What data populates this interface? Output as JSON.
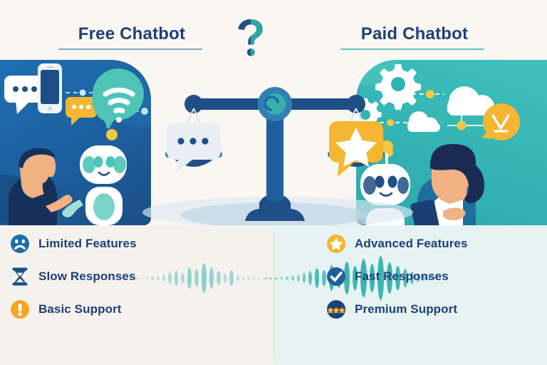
{
  "header": {
    "left_title": "Free Chatbot",
    "right_title": "Paid Chatbot",
    "center_icon": "question-mark-icon",
    "rule_left_color": "#7fa9c5",
    "rule_right_color": "#62c3c3",
    "title_color": "#1f3f77"
  },
  "center": {
    "icon": "balance-scale-icon",
    "left_pan_item": "chat-bubble-icon",
    "left_pan_item_label": "...",
    "right_pan_item": "star-badge-icon",
    "beam_color": "#1f4f86",
    "pivot_color": "#3aa8ab"
  },
  "panels": {
    "left": {
      "name": "free-chatbot-illustration",
      "background_color": "#1c5f9e",
      "icons": [
        "chat-bubble-white-icon",
        "smartphone-icon",
        "chat-bubble-yellow-icon",
        "wifi-icon",
        "robot-icon",
        "person-icon"
      ]
    },
    "right": {
      "name": "paid-chatbot-illustration",
      "background_color": "#33b2b3",
      "icons": [
        "gear-large-icon",
        "gear-small-icon",
        "cloud-large-icon",
        "cloud-small-icon",
        "lightbulb-icon",
        "robot-icon",
        "person-icon",
        "tablet-icon"
      ]
    }
  },
  "bottom": {
    "left_background": "#f5f2ee",
    "right_background": "#e6f3f2",
    "free_features": [
      {
        "icon": "sad-face-icon",
        "icon_color": "#1b6fa8",
        "label": "Limited Features"
      },
      {
        "icon": "hourglass-icon",
        "icon_color": "#1f4f86",
        "label": "Slow Responses"
      },
      {
        "icon": "exclamation-icon",
        "icon_color": "#f5a623",
        "label": "Basic Support"
      }
    ],
    "paid_features": [
      {
        "icon": "star-icon",
        "icon_color": "#f5b731",
        "label": "Advanced Features"
      },
      {
        "icon": "check-circle-icon",
        "icon_color": "#1f5f9e",
        "label": "Fast Responses"
      },
      {
        "icon": "three-stars-icon",
        "icon_color": "#1f3f77",
        "label": "Premium Support"
      }
    ],
    "waveform_left": {
      "name": "audio-waveform-slow",
      "color": "#8ecfcd",
      "amplitudes": [
        2,
        2,
        3,
        3,
        4,
        5,
        6,
        10,
        16,
        22,
        14,
        30,
        24,
        42,
        30,
        20,
        14,
        22,
        8,
        5,
        4,
        3,
        3,
        2,
        2,
        2
      ]
    },
    "waveform_right": {
      "name": "audio-waveform-fast",
      "color": "#3cb6b2",
      "amplitudes": [
        2,
        3,
        3,
        4,
        5,
        7,
        9,
        14,
        20,
        28,
        22,
        36,
        28,
        46,
        34,
        54,
        40,
        62,
        44,
        34,
        26,
        18,
        12,
        8,
        5,
        3
      ]
    }
  }
}
